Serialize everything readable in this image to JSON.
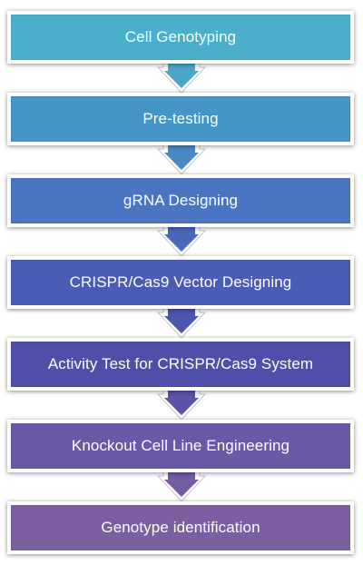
{
  "steps": [
    {
      "label": "Cell Genotyping",
      "color": "#49afcb"
    },
    {
      "label": "Pre-testing",
      "color": "#4596c7"
    },
    {
      "label": "gRNA Designing",
      "color": "#4a75c1"
    },
    {
      "label": "CRISPR/Cas9 Vector Designing",
      "color": "#4b5cb4"
    },
    {
      "label": "Activity Test for CRISPR/Cas9 System",
      "color": "#4d4fa8"
    },
    {
      "label": "Knockout Cell Line Engineering",
      "color": "#6a5aa6"
    },
    {
      "label": "Genotype identification",
      "color": "#7c5fa1"
    }
  ]
}
